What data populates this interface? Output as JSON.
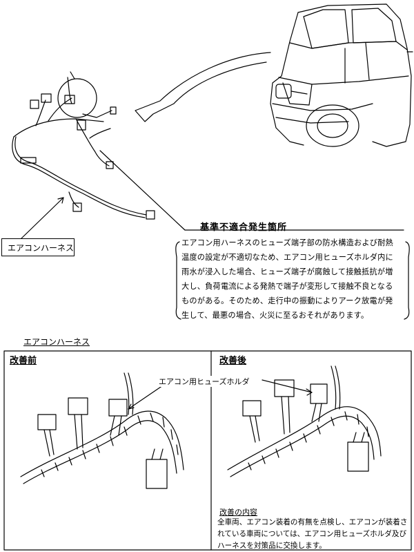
{
  "labels": {
    "harness_label": "エアコンハーネス",
    "nonconformity_title": "基準不適合発生箇所",
    "nonconformity_text": "エアコン用ハーネスのヒューズ端子部の防水構造および耐熱温度の設定が不適切なため、エアコン用ヒューズホルダ内に雨水が浸入した場合、ヒューズ端子が腐蝕して接触抵抗が増大し、負荷電流による発熱で端子が変形して接触不良となるものがある。そのため、走行中の振動によりアーク放電が発生して、最悪の場合、火災に至るおそれがあります。",
    "section_title": "エアコンハーネス",
    "before_title": "改善前",
    "after_title": "改善後",
    "fuse_holder_label": "エアコン用ヒューズホルダ",
    "improvement_title": "改善の内容",
    "improvement_text": "全車両、エアコン装着の有無を点検し、エアコンが装着されている車両については、エアコン用ヒューズホルダ及びハーネスを対策品に交換します。"
  }
}
